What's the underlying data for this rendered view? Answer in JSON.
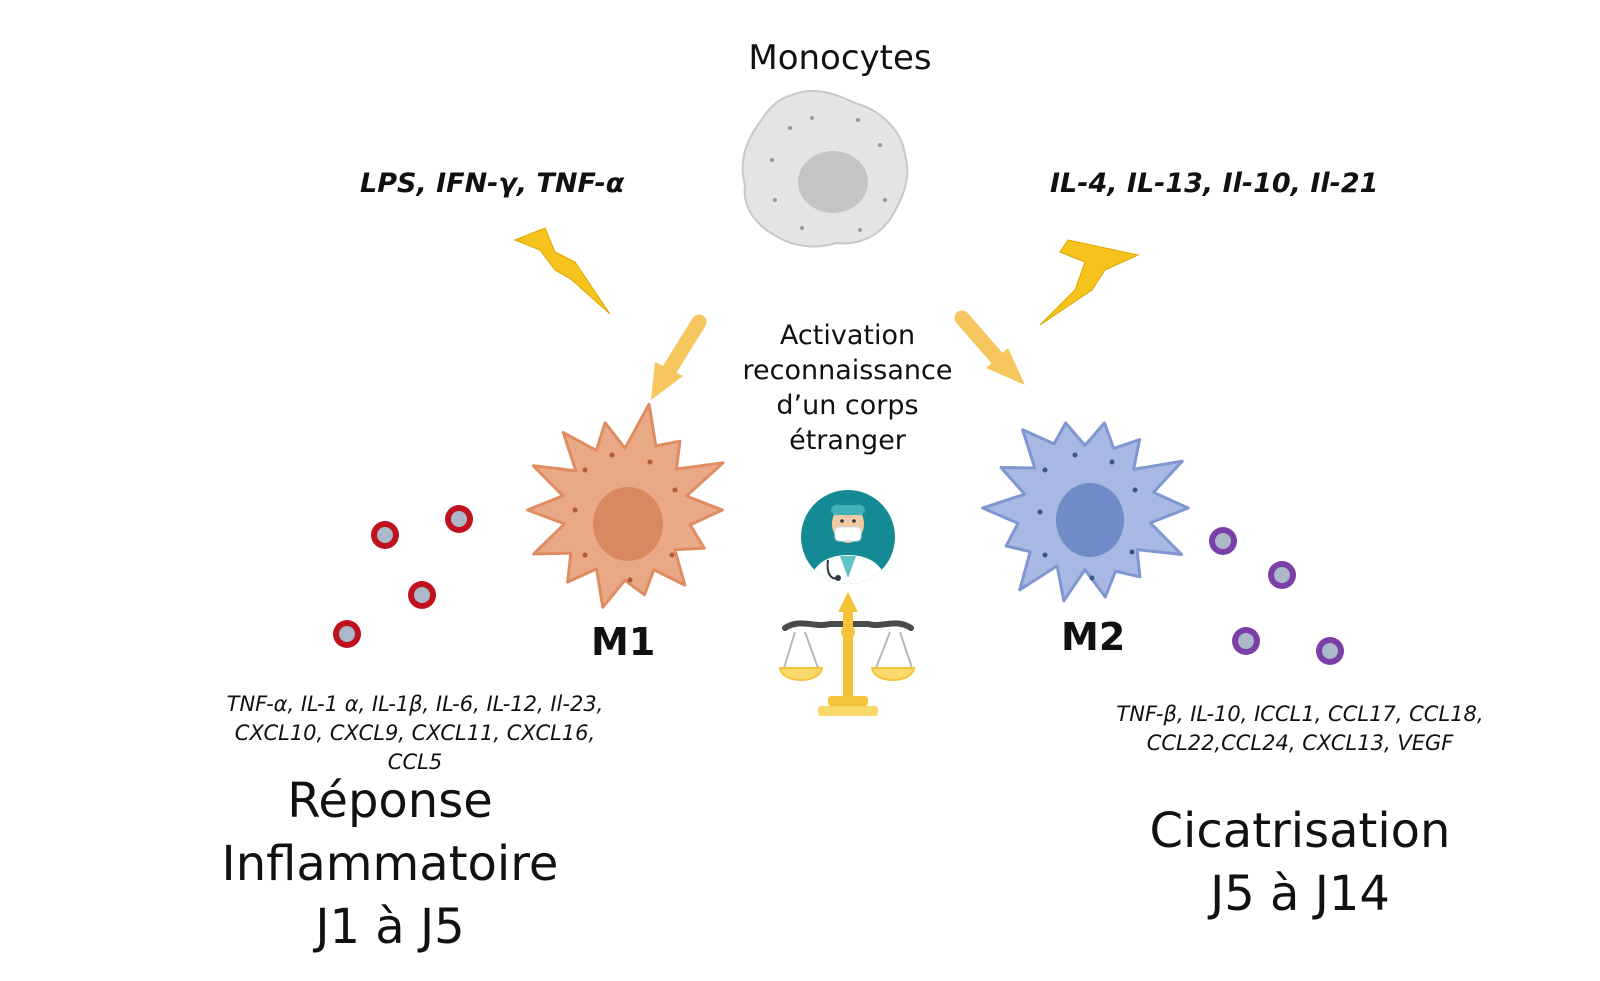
{
  "monocytes": {
    "label": "Monocytes"
  },
  "stimuli": {
    "m1": "LPS, IFN-γ, TNF-α",
    "m2": "IL-4, IL-13, Il-10, Il-21"
  },
  "center": {
    "line1": "Activation",
    "line2": "reconnaissance",
    "line3": "d’un corps",
    "line4": "étranger"
  },
  "m1": {
    "label": "M1",
    "cytokines_line1": "TNF-α, IL-1 α, IL-1β, IL-6, IL-12, Il-23,",
    "cytokines_line2": "CXCL10, CXCL9, CXCL11, CXCL16, CCL5",
    "outcome_line1": "Réponse",
    "outcome_line2": "Inflammatoire",
    "outcome_line3": "J1 à J5",
    "color": "#e9a987",
    "nucleus_color": "#d9895f",
    "particle_color": "#c0121e"
  },
  "m2": {
    "label": "M2",
    "cytokines_line1": "TNF-β, IL-10, ICCL1, CCL17, CCL18,",
    "cytokines_line2": "CCL22,CCL24, CXCL13, VEGF",
    "outcome_line1": "Cicatrisation",
    "outcome_line2": "J5 à J14",
    "color": "#a8b8e2",
    "nucleus_color": "#6f8cc9",
    "particle_color": "#7b3fa8"
  },
  "icons": [
    "monocyte-cell-icon",
    "lightning-icon",
    "arrow-icon",
    "doctor-icon",
    "balance-scale-icon"
  ]
}
